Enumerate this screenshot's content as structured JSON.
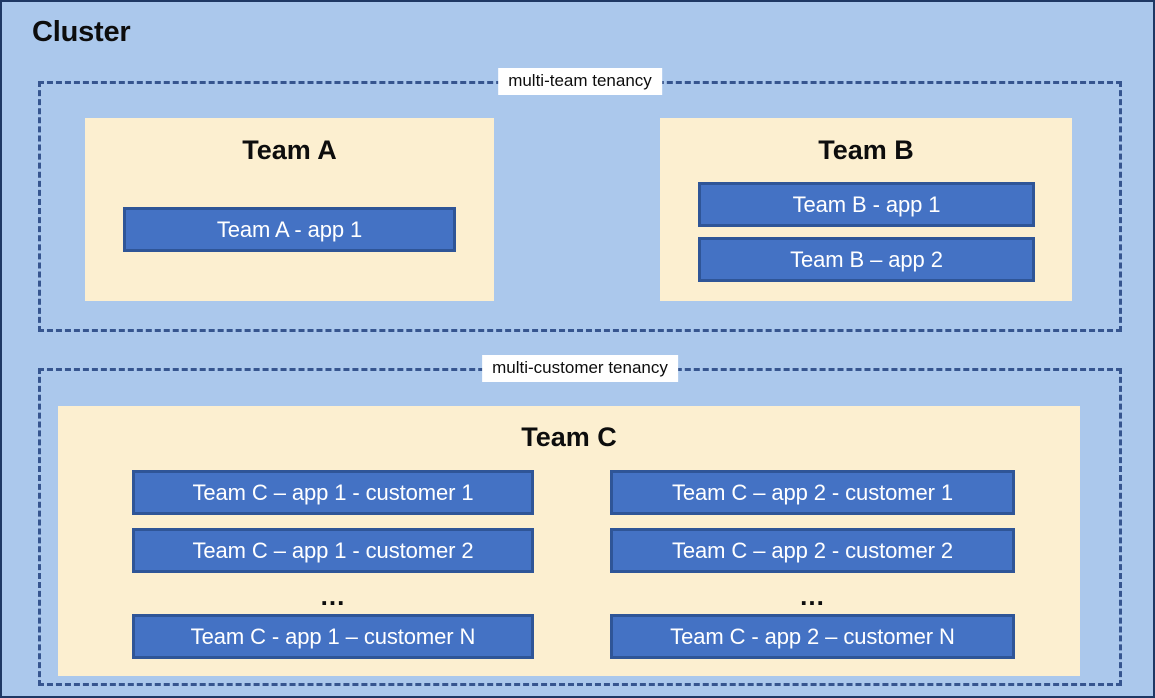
{
  "diagram": {
    "title": "Cluster",
    "colors": {
      "background": "#abc8ec",
      "outer_border": "#1f3864",
      "tenancy_dashed_border": "#36558f",
      "team_box_fill": "#fcefd0",
      "app_box_fill": "#4472c4",
      "app_box_border": "#2f5597",
      "app_box_text": "#ffffff",
      "label_background": "#ffffff",
      "text": "#0d0d0d"
    },
    "tenancy_groups": [
      {
        "id": "multi-team",
        "label": "multi-team tenancy",
        "teams": [
          {
            "id": "team-a",
            "title": "Team A",
            "apps": [
              {
                "id": "team-a-app-1",
                "label": "Team A - app 1"
              }
            ]
          },
          {
            "id": "team-b",
            "title": "Team B",
            "apps": [
              {
                "id": "team-b-app-1",
                "label": "Team B - app 1"
              },
              {
                "id": "team-b-app-2",
                "label": "Team B – app 2"
              }
            ]
          }
        ]
      },
      {
        "id": "multi-customer",
        "label": "multi-customer tenancy",
        "teams": [
          {
            "id": "team-c",
            "title": "Team C",
            "columns": [
              {
                "id": "team-c-app-1",
                "apps": [
                  {
                    "id": "team-c-app-1-cust-1",
                    "label": "Team C – app 1 - customer 1"
                  },
                  {
                    "id": "team-c-app-1-cust-2",
                    "label": "Team C – app 1 - customer 2"
                  },
                  {
                    "id": "team-c-app-1-cust-n",
                    "label": "Team C - app 1 – customer N"
                  }
                ],
                "ellipsis": "..."
              },
              {
                "id": "team-c-app-2",
                "apps": [
                  {
                    "id": "team-c-app-2-cust-1",
                    "label": "Team C – app 2 - customer 1"
                  },
                  {
                    "id": "team-c-app-2-cust-2",
                    "label": "Team C – app 2 - customer 2"
                  },
                  {
                    "id": "team-c-app-2-cust-n",
                    "label": "Team C - app 2 – customer N"
                  }
                ],
                "ellipsis": "..."
              }
            ]
          }
        ]
      }
    ]
  }
}
